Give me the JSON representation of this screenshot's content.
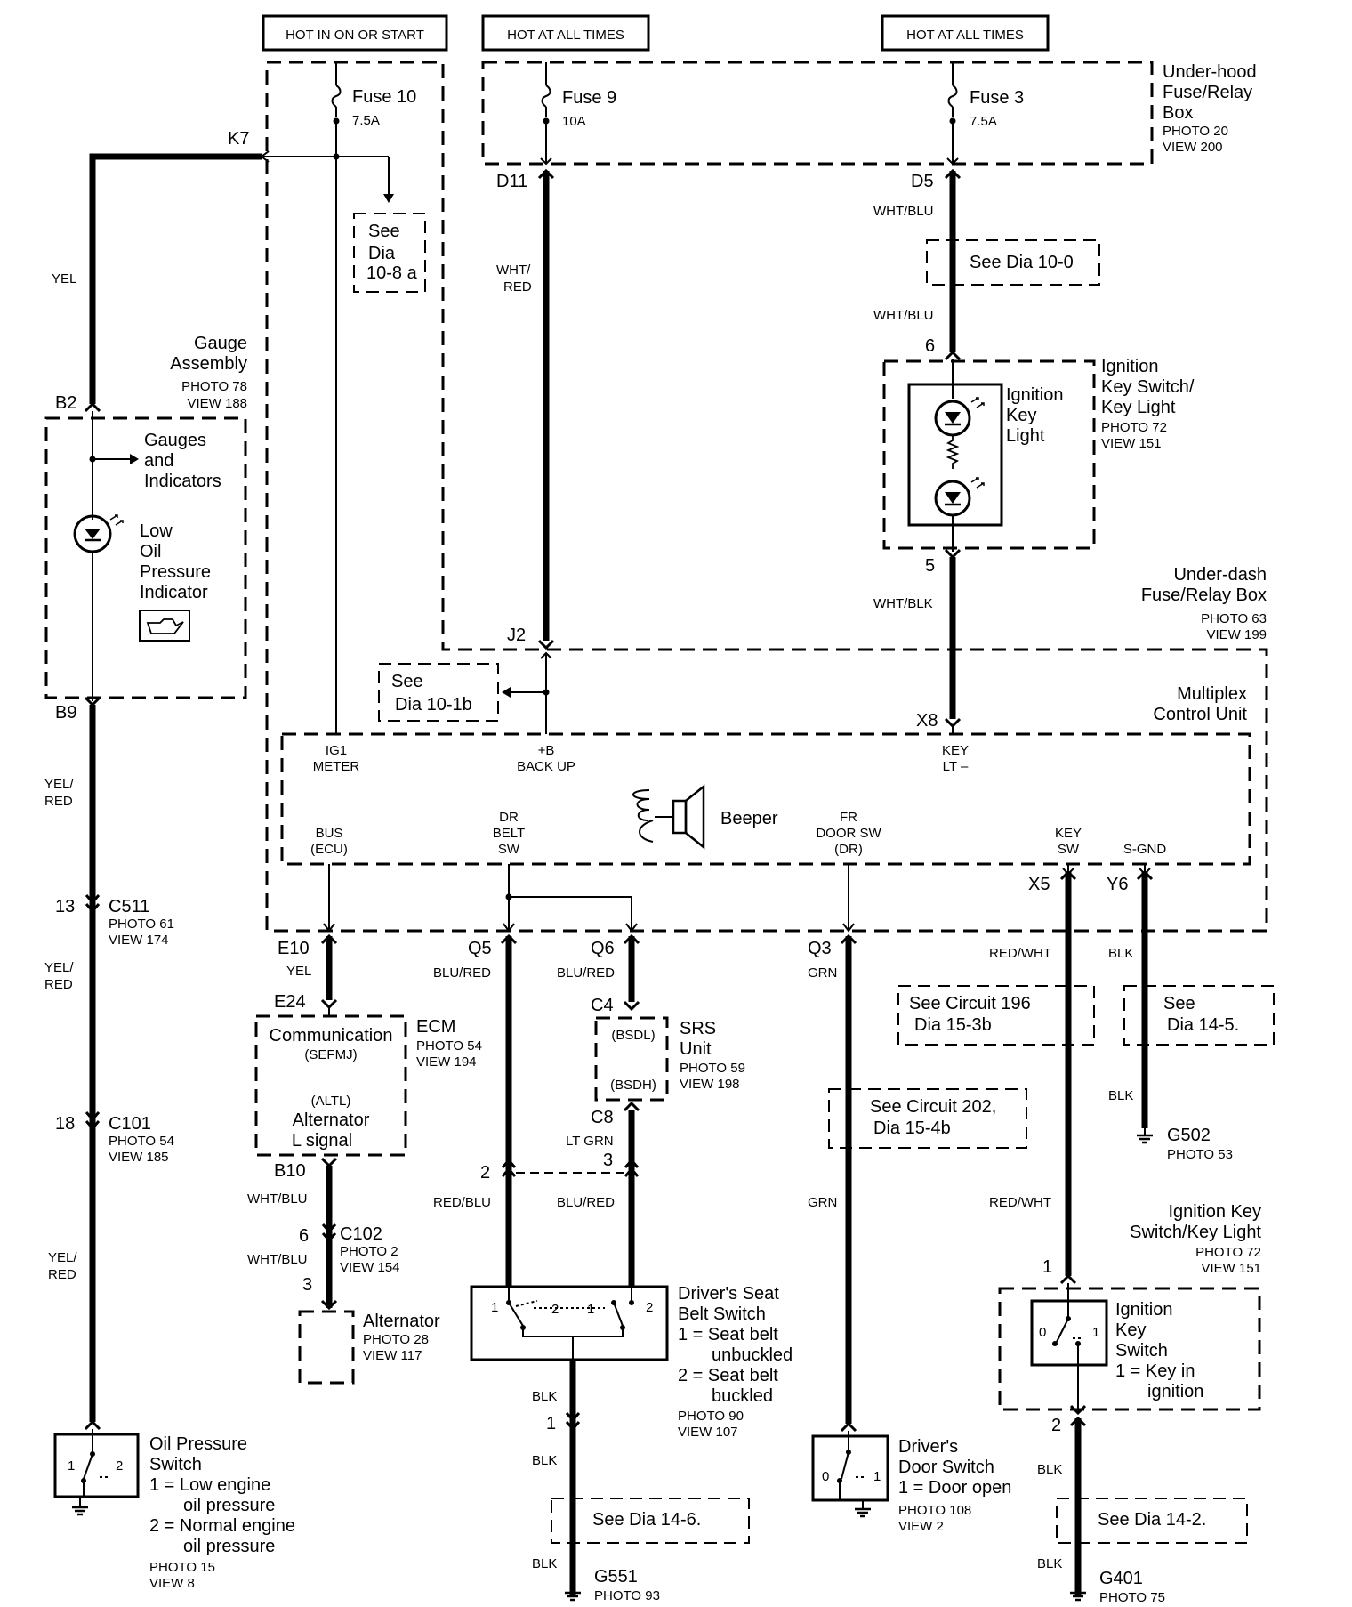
{
  "headers": {
    "hot_on_start": "HOT IN ON OR START",
    "hot_all_1": "HOT AT ALL TIMES",
    "hot_all_2": "HOT AT ALL TIMES"
  },
  "underhood_box": {
    "line1": "Under-hood",
    "line2": "Fuse/Relay",
    "line3": "Box",
    "photo": "PHOTO 20",
    "view": "VIEW 200"
  },
  "fuses": {
    "f10_name": "Fuse 10",
    "f10_rating": "7.5A",
    "f9_name": "Fuse 9",
    "f9_rating": "10A",
    "f3_name": "Fuse 3",
    "f3_rating": "7.5A"
  },
  "refs": {
    "dia_10_8a": [
      "See",
      "Dia",
      "10-8 a"
    ],
    "dia_10_0": "See  Dia 10-0",
    "dia_10_1b": [
      "See",
      "Dia  10-1b"
    ],
    "circuit_196": [
      "See Circuit 196",
      "Dia 15-3b"
    ],
    "dia_14_5": [
      "See",
      "Dia  14-5."
    ],
    "circuit_202": [
      "See Circuit 202,",
      "Dia  15-4b"
    ],
    "dia_14_6": "See  Dia  14-6.",
    "dia_14_2": "See  Dia  14-2."
  },
  "connectors": {
    "K7": "K7",
    "D11": "D11",
    "D5": "D5",
    "B2": "B2",
    "B9": "B9",
    "J2": "J2",
    "X8": "X8",
    "X5": "X5",
    "Y6": "Y6",
    "E10": "E10",
    "Q5": "Q5",
    "Q6": "Q6",
    "Q3": "Q3",
    "E24": "E24",
    "C4": "C4",
    "C8": "C8",
    "B10": "B10",
    "pin6_top": "6",
    "pin5": "5",
    "pin13": "13",
    "pin18": "18",
    "pin6_c102": "6",
    "pin3_alt": "3",
    "pin2_belt": "2",
    "pin3_belt": "3",
    "pin1_blk": "1",
    "pin1_key": "1",
    "pin2_key": "2"
  },
  "splices": {
    "C511": "C511",
    "C511_photo": "PHOTO 61",
    "C511_view": "VIEW 174",
    "C101": "C101",
    "C101_photo": "PHOTO 54",
    "C101_view": "VIEW 185",
    "C102": "C102",
    "C102_photo": "PHOTO 2",
    "C102_view": "VIEW 154"
  },
  "wires": {
    "yel": "YEL",
    "wht_red": [
      "WHT/",
      "RED"
    ],
    "wht_blu_1": "WHT/BLU",
    "wht_blu_2": "WHT/BLU",
    "wht_blk": "WHT/BLK",
    "yel_red_1": [
      "YEL/",
      "RED"
    ],
    "yel_red_2": [
      "YEL/",
      "RED"
    ],
    "yel_red_3": [
      "YEL/",
      "RED"
    ],
    "yel_e10": "YEL",
    "blu_red_q5": "BLU/RED",
    "blu_red_q6": "BLU/RED",
    "grn_q3": "GRN",
    "red_wht_1": "RED/WHT",
    "blk_y6": "BLK",
    "lt_grn": "LT GRN",
    "blk_2": "BLK",
    "wht_blu_b10": "WHT/BLU",
    "wht_blu_c102": "WHT/BLU",
    "red_blu": "RED/BLU",
    "blu_red_2": "BLU/RED",
    "grn_2": "GRN",
    "red_wht_2": "RED/WHT",
    "blk_3": "BLK",
    "blk_4": "BLK",
    "blk_5": "BLK",
    "blk_6": "BLK"
  },
  "gauge": {
    "title1": "Gauge",
    "title2": "Assembly",
    "photo": "PHOTO 78",
    "view": "VIEW 188",
    "gi1": "Gauges",
    "gi2": "and",
    "gi3": "Indicators",
    "lop1": "Low",
    "lop2": "Oil",
    "lop3": "Pressure",
    "lop4": "Indicator"
  },
  "ignition_light": {
    "inner1": "Ignition",
    "inner2": "Key",
    "inner3": "Light",
    "t1": "Ignition",
    "t2": "Key Switch/",
    "t3": "Key Light",
    "photo": "PHOTO 72",
    "view": "VIEW 151"
  },
  "underdash": {
    "line1": "Under-dash",
    "line2": "Fuse/Relay Box",
    "photo": "PHOTO 63",
    "view": "VIEW 199"
  },
  "mcu": {
    "line1": "Multiplex",
    "line2": "Control Unit",
    "ig1": "IG1",
    "meter": "METER",
    "b_plus": "+B",
    "backup": "BACK UP",
    "key": "KEY",
    "lt": "LT –",
    "beeper": "Beeper",
    "bus": "BUS",
    "ecu": "(ECU)",
    "dr": "DR",
    "belt": "BELT",
    "sw": "SW",
    "fr": "FR",
    "door_sw": "DOOR SW",
    "dr_paren": "(DR)",
    "key_sw1": "KEY",
    "key_sw2": "SW",
    "s_gnd": "S-GND"
  },
  "ecm": {
    "comm": "Communication",
    "sefmj": "(SEFMJ)",
    "altl": "(ALTL)",
    "alt": "Alternator",
    "lsig": "L signal",
    "name": "ECM",
    "photo": "PHOTO 54",
    "view": "VIEW 194"
  },
  "srs": {
    "bsdl": "(BSDL)",
    "bsdh": "(BSDH)",
    "l1": "SRS",
    "l2": "Unit",
    "photo": "PHOTO 59",
    "view": "VIEW 198"
  },
  "alternator": {
    "name": "Alternator",
    "photo": "PHOTO 28",
    "view": "VIEW 117"
  },
  "belt_switch": {
    "t1": "Driver's Seat",
    "t2": "Belt Switch",
    "d1": "1 = Seat belt",
    "d2": "unbuckled",
    "d3": "2 = Seat belt",
    "d4": "buckled",
    "photo": "PHOTO 90",
    "view": "VIEW 107",
    "n1a": "1",
    "n2a": "2",
    "n1b": "1",
    "n2b": "2"
  },
  "oil_switch": {
    "t1": "Oil Pressure",
    "t2": "Switch",
    "d1": "1 = Low engine",
    "d2": "oil pressure",
    "d3": "2 = Normal engine",
    "d4": "oil pressure",
    "photo": "PHOTO 15",
    "view": "VIEW 8",
    "n1": "1",
    "n2": "2"
  },
  "door_switch": {
    "t1": "Driver's",
    "t2": "Door Switch",
    "d1": "1 = Door open",
    "photo": "PHOTO 108",
    "view": "VIEW 2",
    "n0": "0",
    "n1": "1"
  },
  "key_switch": {
    "h1": "Ignition Key",
    "h2": "Switch/Key Light",
    "hphoto": "PHOTO 72",
    "hview": "VIEW 151",
    "i1": "Ignition",
    "i2": "Key",
    "i3": "Switch",
    "i4": "1 = Key in",
    "i5": "ignition",
    "n0": "0",
    "n1": "1"
  },
  "grounds": {
    "G502": "G502",
    "G502_photo": "PHOTO 53",
    "G551": "G551",
    "G551_photo": "PHOTO 93",
    "G401": "G401",
    "G401_photo": "PHOTO 75"
  }
}
